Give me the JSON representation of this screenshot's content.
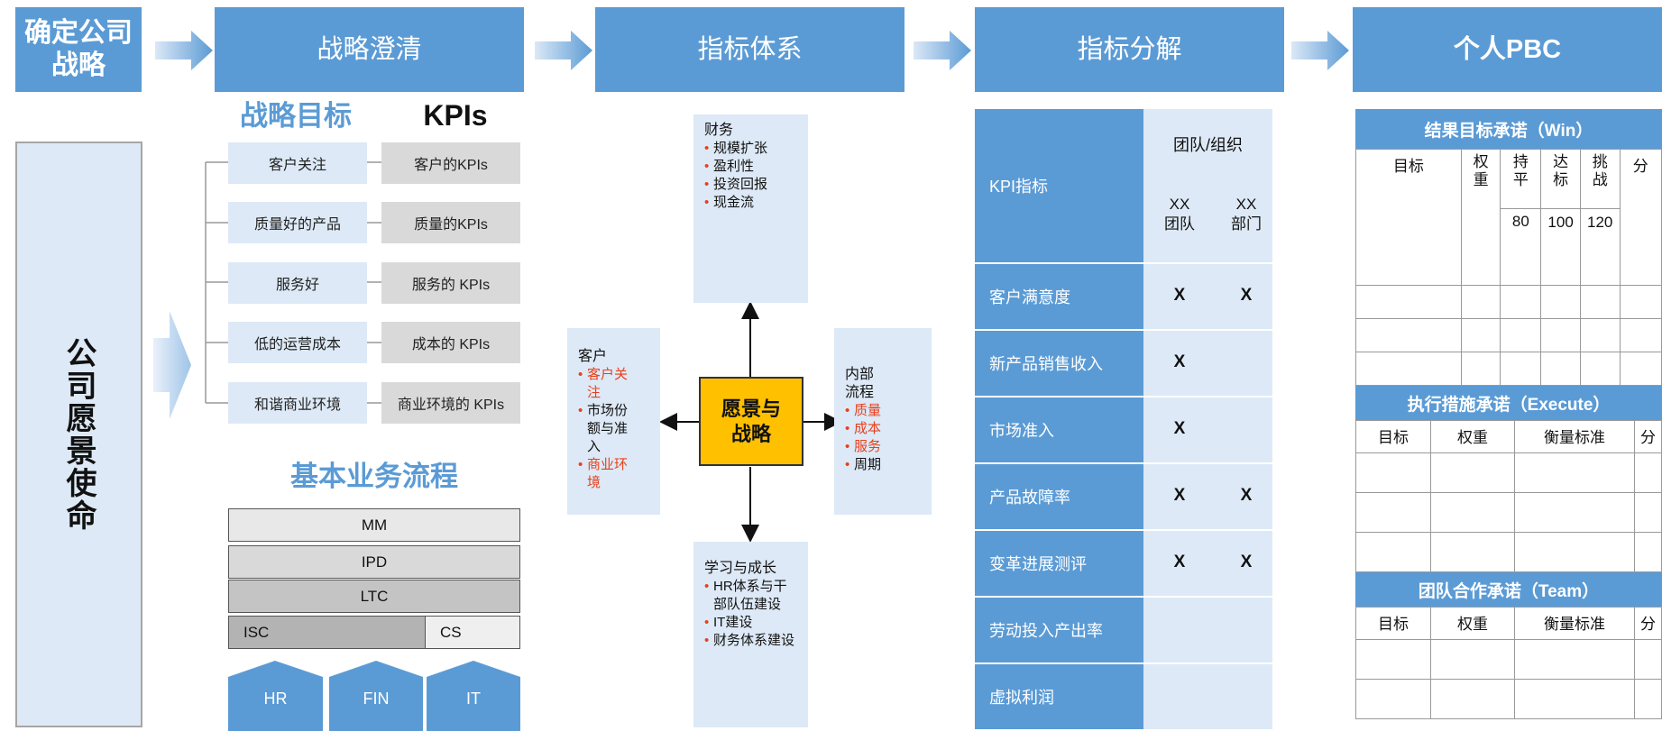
{
  "colors": {
    "accent": "#5b9bd5",
    "light": "#dde9f6",
    "gray": "#d9d9d9",
    "gold": "#ffc000",
    "red": "#e8401c"
  },
  "stages": [
    "确定公司\n战略",
    "战略澄清",
    "指标体系",
    "指标分解",
    "个人PBC"
  ],
  "mission": "公司愿景使命",
  "strategy": {
    "goals_title": "战略目标",
    "kpis_title": "KPIs",
    "items": [
      {
        "goal": "客户关注",
        "kpi": "客户的KPIs"
      },
      {
        "goal": "质量好的产品",
        "kpi": "质量的KPIs"
      },
      {
        "goal": "服务好",
        "kpi": "服务的 KPIs"
      },
      {
        "goal": "低的运营成本",
        "kpi": "成本的 KPIs"
      },
      {
        "goal": "和谐商业环境",
        "kpi": "商业环境的 KPIs"
      }
    ],
    "process_title": "基本业务流程",
    "processes": [
      "MM",
      "IPD",
      "LTC",
      "ISC",
      "CS"
    ],
    "supports": [
      "HR",
      "FIN",
      "IT"
    ]
  },
  "bsc": {
    "finance": {
      "title": "财务",
      "items": [
        {
          "t": "规模扩张",
          "red": false
        },
        {
          "t": "盈利性",
          "red": false
        },
        {
          "t": "投资回报",
          "red": false
        },
        {
          "t": "现金流",
          "red": false
        }
      ]
    },
    "customer": {
      "title": "客户",
      "items": [
        {
          "t": "客户关注",
          "red": true
        },
        {
          "t": "市场份额与准入",
          "red": false
        },
        {
          "t": "商业环境",
          "red": true
        }
      ]
    },
    "internal": {
      "title": "内部流程",
      "items": [
        {
          "t": "质量",
          "red": true
        },
        {
          "t": "成本",
          "red": true
        },
        {
          "t": "服务",
          "red": true
        },
        {
          "t": "周期",
          "red": false
        }
      ]
    },
    "learning": {
      "title": "学习与成长",
      "items": [
        {
          "t": "HR体系与干部队伍建设",
          "red": false
        },
        {
          "t": "IT建设",
          "red": false
        },
        {
          "t": "财务体系建设",
          "red": false
        }
      ]
    },
    "center": "愿景与\n战略"
  },
  "decomp": {
    "header_left": "KPI指标",
    "header_right": "团队/组织",
    "col1": "XX\n团队",
    "col2": "XX\n部门",
    "rows": [
      {
        "name": "客户满意度",
        "c1": "X",
        "c2": "X"
      },
      {
        "name": "新产品销售收入",
        "c1": "X",
        "c2": ""
      },
      {
        "name": "市场准入",
        "c1": "X",
        "c2": ""
      },
      {
        "name": "产品故障率",
        "c1": "X",
        "c2": "X"
      },
      {
        "name": "变革进展测评",
        "c1": "X",
        "c2": "X"
      },
      {
        "name": "劳动投入产出率",
        "c1": "",
        "c2": ""
      },
      {
        "name": "虚拟利润",
        "c1": "",
        "c2": ""
      }
    ]
  },
  "pbc": {
    "win_title": "结果目标承诺（Win）",
    "win_cols": [
      "目标",
      "权重",
      "持平",
      "达标",
      "挑战",
      "分"
    ],
    "win_values": [
      "80",
      "100",
      "120"
    ],
    "exec_title": "执行措施承诺（Execute）",
    "team_title": "团队合作承诺（Team）",
    "sub_cols": [
      "目标",
      "权重",
      "衡量标准",
      "分"
    ]
  }
}
